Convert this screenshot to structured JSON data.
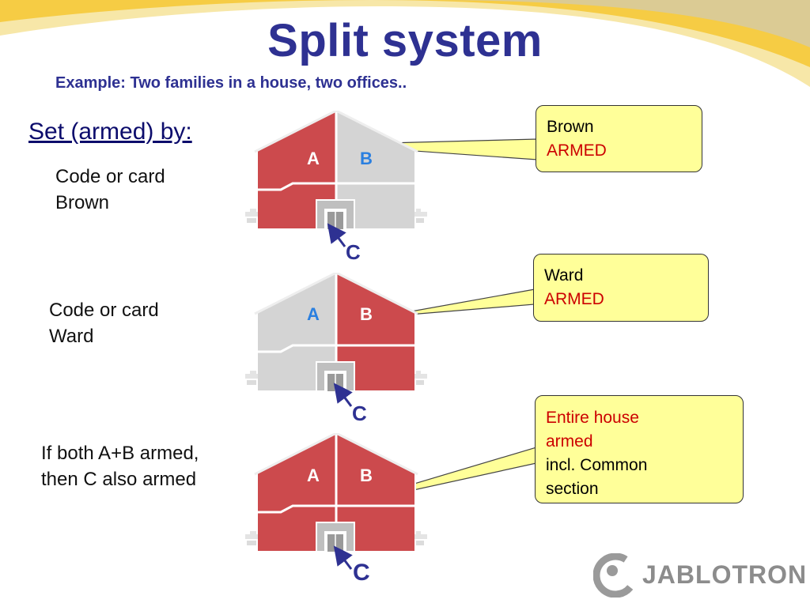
{
  "title": "Split system",
  "subtitle": "Example: Two families in a house, two offices..",
  "set_by_heading": "Set (armed) by:",
  "rows": [
    {
      "caption_line1": "Code or card",
      "caption_line2": "Brown",
      "armed_sections": [
        "A",
        "C"
      ],
      "callout_line1": "Brown",
      "callout_line2": "ARMED"
    },
    {
      "caption_line1": "Code or card",
      "caption_line2": "Ward",
      "armed_sections": [
        "B"
      ],
      "callout_line1": "Ward",
      "callout_line2": "ARMED"
    },
    {
      "caption_line1": "If both A+B armed,",
      "caption_line2": "then C also armed",
      "armed_sections": [
        "A",
        "B",
        "C"
      ],
      "callout_line1": "Entire house",
      "callout_line2": "armed",
      "callout_line3": "incl. Common",
      "callout_line4": "section"
    }
  ],
  "section_labels": {
    "a": "A",
    "b": "B",
    "c": "C"
  },
  "logo": {
    "text": "JABLOTRON",
    "icon": "jablotron-logo-icon"
  },
  "colors": {
    "title": "#2e3192",
    "armed_fill": "#cc4a4d",
    "disarmed_fill": "#d4d4d4",
    "callout_bg": "#ffff99",
    "armed_text": "#cc0000",
    "swoosh": "#f6cc44"
  }
}
